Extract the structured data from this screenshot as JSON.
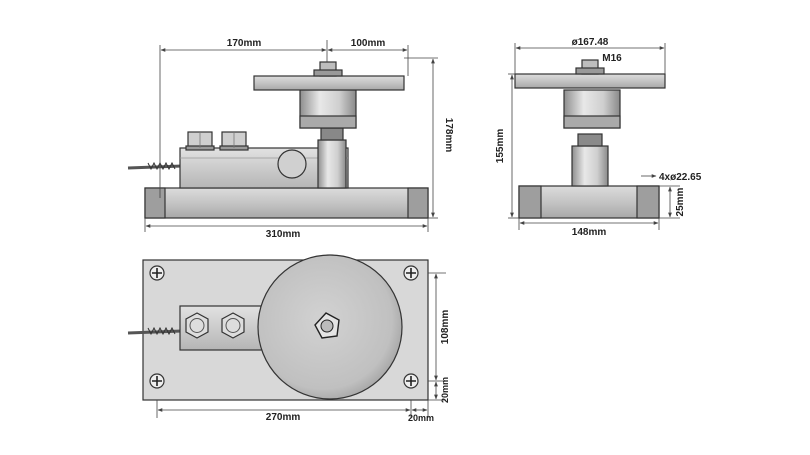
{
  "colors": {
    "metal_light": "#e6e6e6",
    "metal_mid": "#bdbdbd",
    "metal_dark": "#8a8a8a",
    "outline": "#333333",
    "dimension": "#444444",
    "background": "#ffffff"
  },
  "views": {
    "front": {
      "dim_left": "170mm",
      "dim_right": "100mm",
      "dim_height": "178mm",
      "dim_base": "310mm"
    },
    "side": {
      "dim_diameter": "ø167.48",
      "dim_thread": "M16",
      "dim_height": "155mm",
      "dim_holes": "4xø22.65",
      "dim_plate": "25mm",
      "dim_base": "148mm"
    },
    "top": {
      "dim_vertical": "108mm",
      "dim_edge_right": "20mm",
      "dim_length": "270mm",
      "dim_edge_bottom": "20mm"
    }
  }
}
